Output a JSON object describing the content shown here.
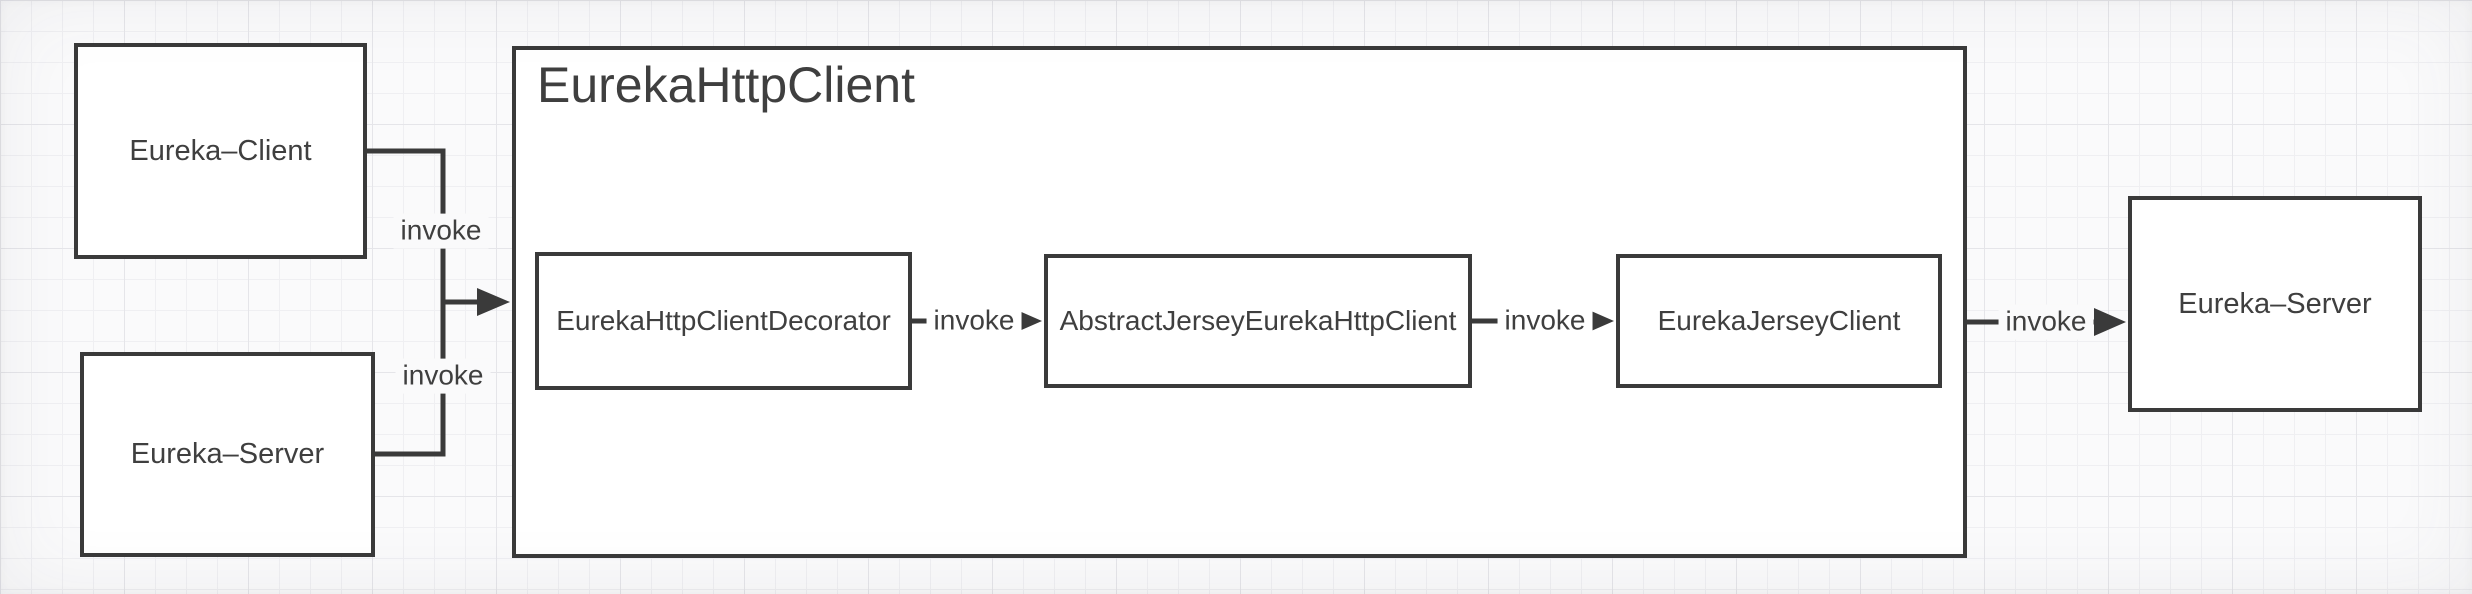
{
  "diagram": {
    "nodes": {
      "eureka_client_left": {
        "label": "Eureka–Client"
      },
      "eureka_server_left": {
        "label": "Eureka–Server"
      },
      "container": {
        "title": "EurekaHttpClient"
      },
      "decorator": {
        "label": "EurekaHttpClientDecorator"
      },
      "abstract_jersey": {
        "label": "AbstractJerseyEurekaHttpClient"
      },
      "jersey_client": {
        "label": "EurekaJerseyClient"
      },
      "eureka_server_right": {
        "label": "Eureka–Server"
      }
    },
    "edge_labels": {
      "client_invoke": "invoke",
      "server_invoke": "invoke",
      "decorator_invoke": "invoke",
      "jersey_invoke": "invoke",
      "outbound_invoke": "invoke"
    },
    "colors": {
      "stroke": "#3a3a3a",
      "text": "#3f3f3f",
      "node_fill": "#ffffff",
      "canvas_bg": "#fafafb",
      "grid_minor": "#efeff2",
      "grid_major": "#e5e5e9"
    }
  }
}
